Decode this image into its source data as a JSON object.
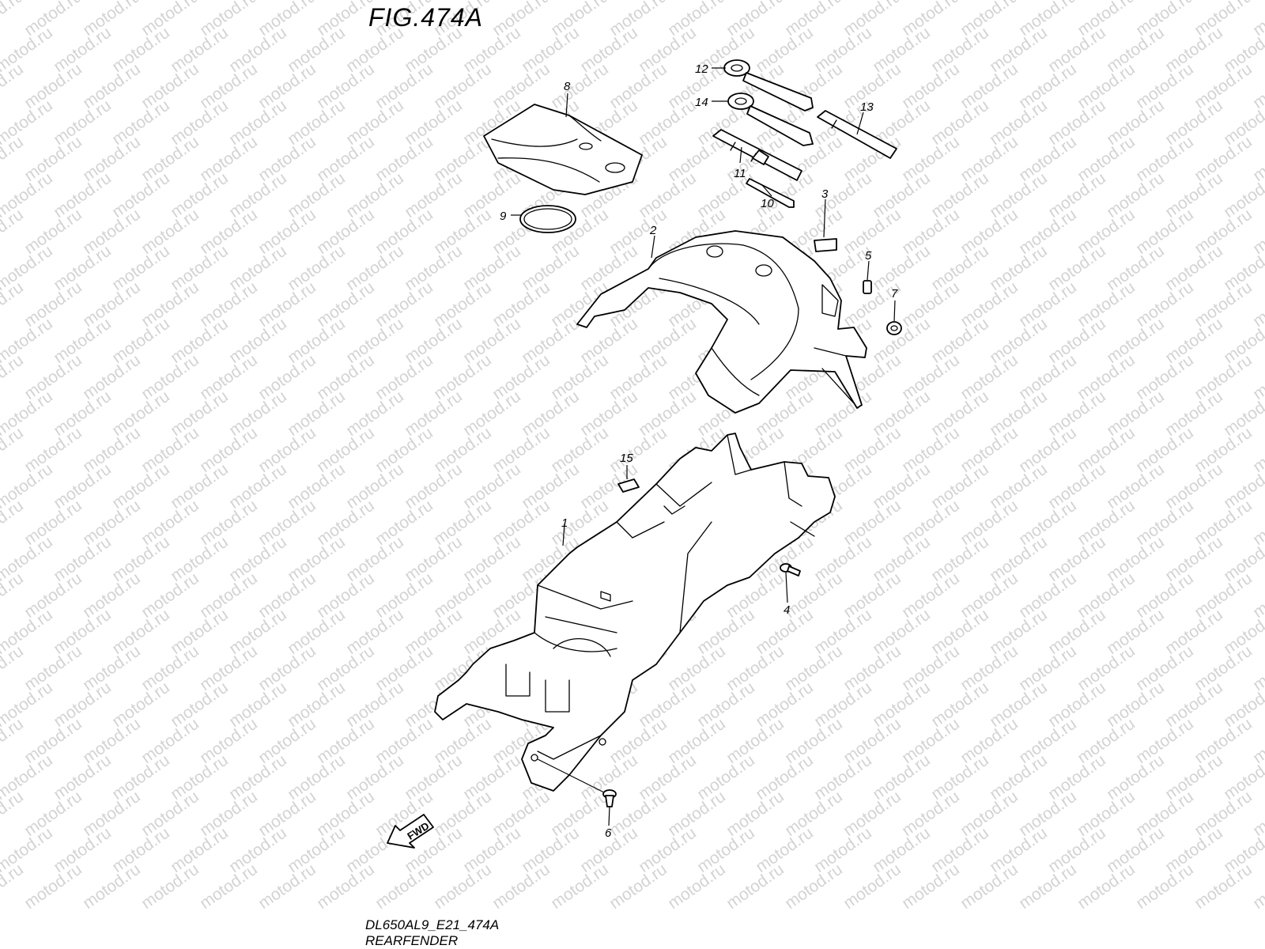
{
  "figure_title": "FIG.474A",
  "watermark_text": "motod.ru",
  "diagram_code": "DL650AL9_E21_474A",
  "caption": "REARFENDER",
  "direction_label": "FWD",
  "callouts": {
    "c1": "1",
    "c2": "2",
    "c3": "3",
    "c4": "4",
    "c5": "5",
    "c6": "6",
    "c7": "7",
    "c8": "8",
    "c9": "9",
    "c10": "10",
    "c11": "11",
    "c12": "12",
    "c13": "13",
    "c14": "14",
    "c15": "15"
  }
}
